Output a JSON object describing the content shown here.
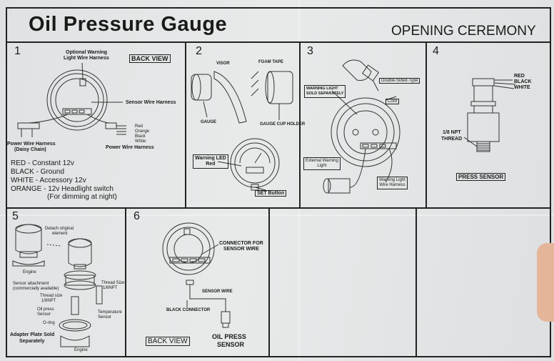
{
  "header": {
    "title": "Oil Pressure Gauge",
    "subtitle": "OPENING CEREMONY"
  },
  "step1": {
    "number": "1",
    "back_view": "BACK VIEW",
    "optional_warning": "Optional Warning",
    "light_wire_harness": "Light Wire Harness",
    "sensor_wire_harness": "Sensor Wire Harness",
    "power_daisy_1": "Power Wire Harness",
    "power_daisy_2": "(Daisy Chain)",
    "power_wire_harness": "Power Wire Harness",
    "wire_red": "Red",
    "wire_orange": "Orange",
    "wire_black": "Black",
    "wire_white": "White",
    "legend_red": "RED - Constant 12v",
    "legend_black": "BLACK - Ground",
    "legend_white": "WHITE - Accessory 12v",
    "legend_orange": "ORANGE - 12v Headlight switch",
    "legend_dimming": "(For dimming at night)"
  },
  "step2": {
    "number": "2",
    "visor": "VISOR",
    "foam_tape": "FOAM TAPE",
    "gauge": "GAUGE",
    "gauge_cup_holder": "GAUGE CUP HOLDER",
    "warning_led_1": "Warning LED",
    "warning_led_2": "Red",
    "set_button": "SET Button"
  },
  "step3": {
    "number": "3",
    "warning_sold_1": "WARNING LIGHT",
    "warning_sold_2": "SOLD SEPARATELY",
    "double_sided": "Double-Sided-Type",
    "cord": "Cord",
    "external_warning_1": "External Warning",
    "external_warning_2": "Light",
    "warning_harness_1": "Warning Light",
    "warning_harness_2": "Wire Harness"
  },
  "step4": {
    "number": "4",
    "wire_red": "RED",
    "wire_black": "BLACK",
    "wire_white": "WHITE",
    "npt_1": "1/8 NPT",
    "npt_2": "THREAD",
    "press_sensor": "PRESS SENSOR"
  },
  "step5": {
    "number": "5",
    "detach_1": "Detach original",
    "detach_2": "element",
    "engine_top": "Engine",
    "sensor_attachment_1": "Sensor attachment",
    "sensor_attachment_2": "(commercially available)",
    "thread_size_a1": "Thread Size",
    "thread_size_a2": "1/8NPT",
    "thread_size_b1": "Thread size",
    "thread_size_b2": "1/8NPT",
    "oil_press_1": "Oil press",
    "oil_press_2": "Sensor",
    "temperature_1": "Temperature",
    "temperature_2": "Sensor",
    "o_ring": "O-ring",
    "adapter_1": "Adapter Plate Sold",
    "adapter_2": "Separately",
    "engine_bottom": "Engine"
  },
  "step6": {
    "number": "6",
    "connector_1": "CONNECTOR FOR",
    "connector_2": "SENSOR WIRE",
    "sensor_wire": "SENSOR WIRE",
    "black_connector": "BLACK CONNECTOR",
    "back_view": "BACK VIEW",
    "oil_press_1": "OIL PRESS",
    "oil_press_2": "SENSOR"
  }
}
